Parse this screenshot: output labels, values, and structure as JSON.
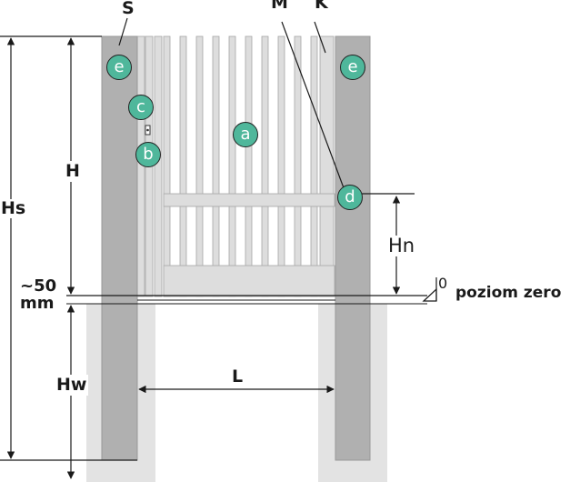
{
  "colors": {
    "foundation": "#e3e3e3",
    "post": "#b0b0b0",
    "post_stroke": "#999999",
    "slat": "#dddddd",
    "slat_stroke": "#a6a6a6",
    "marker_fill": "#4fb79b",
    "line": "#1a1a1a"
  },
  "labels": {
    "S": "S",
    "M": "M",
    "K": "K",
    "H": "H",
    "Hs": "Hs",
    "Hn": "Hn",
    "Hw": "Hw",
    "L": "L",
    "gap_value": "~50",
    "gap_unit": "mm",
    "zero_symbol": "0",
    "zero_label": "poziom zero"
  },
  "markers": {
    "a": "a",
    "b": "b",
    "c": "c",
    "d": "d",
    "e_left": "e",
    "e_right": "e"
  }
}
